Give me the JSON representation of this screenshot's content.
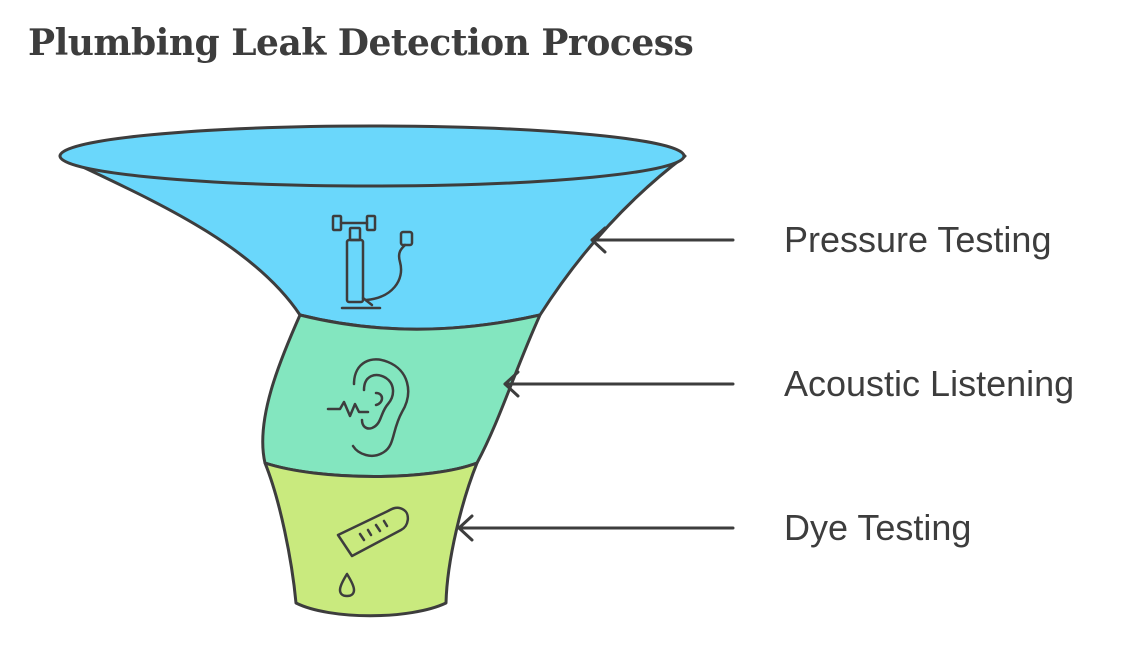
{
  "title": "Plumbing Leak Detection Process",
  "colors": {
    "stage_1_fill": "#6ad7fb",
    "stage_2_fill": "#83e6bf",
    "stage_3_fill": "#c9ea7e",
    "outline": "#3d3d3d",
    "text": "#3d3d3d"
  },
  "stages": [
    {
      "label": "Pressure Testing",
      "icon": "air-pump-pressure-gauge-icon"
    },
    {
      "label": "Acoustic Listening",
      "icon": "ear-sound-wave-icon"
    },
    {
      "label": "Dye Testing",
      "icon": "test-tube-droplet-icon"
    }
  ]
}
